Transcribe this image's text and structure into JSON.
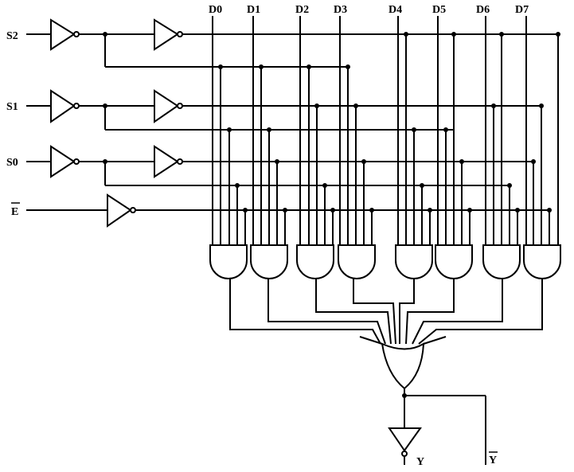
{
  "inputs": {
    "s2": "S2",
    "s1": "S1",
    "s0": "S0",
    "enable": "E"
  },
  "data_inputs": [
    "D0",
    "D1",
    "D2",
    "D3",
    "D4",
    "D5",
    "D6",
    "D7"
  ],
  "outputs": {
    "y": "Y",
    "y_bar": "Y"
  },
  "colors": {
    "wire": "#000000",
    "background": "#ffffff"
  }
}
